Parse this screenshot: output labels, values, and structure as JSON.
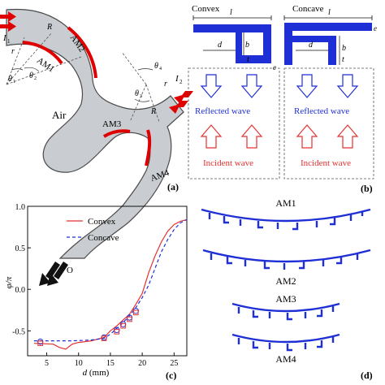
{
  "colors": {
    "waveguide_fill": "#c9ccd0",
    "waveguide_stroke": "#4a4a4a",
    "metasurface": "#e00000",
    "structure": "#1f2fd6",
    "reflected": "#1f2fd6",
    "incident": "#e53030",
    "curve_convex": "#e53030",
    "curve_concave": "#1f2fd6"
  },
  "panel_a": {
    "tag": "(a)",
    "air_label": "Air",
    "am_labels": [
      "AM1",
      "AM2",
      "AM3",
      "AM4"
    ],
    "port_labels": [
      "I",
      "1",
      "I",
      "2",
      "O"
    ],
    "symbols": [
      "r",
      "R",
      "θ",
      "1",
      "θ",
      "2",
      "θ",
      "3",
      "θ",
      "4",
      "r",
      "R"
    ]
  },
  "panel_b": {
    "tag": "(b)",
    "convex_label": "Convex",
    "concave_label": "Concave",
    "dim_labels": [
      "l",
      "l",
      "d",
      "b",
      "t",
      "e",
      "d",
      "b",
      "t",
      "e"
    ],
    "reflected_label": "Reflected wave",
    "incident_label": "Incident wave"
  },
  "panel_c": {
    "tag": "(c)",
    "chart_data": {
      "type": "line",
      "xlabel_var": "d",
      "xlabel_unit": " (mm)",
      "ylabel": "φ/π",
      "xlim": [
        2,
        27
      ],
      "ylim": [
        -0.8,
        1.0
      ],
      "xticks": [
        5,
        10,
        15,
        20,
        25
      ],
      "yticks": [
        -0.5,
        0.0,
        0.5,
        1.0
      ],
      "ytick_labels": [
        "-0.5",
        "0.0",
        "0.5",
        "1.0"
      ],
      "legend_position": "top-center",
      "series": [
        {
          "name": "Convex",
          "style": "solid",
          "x": [
            3,
            6,
            7,
            8,
            9,
            10,
            12,
            14,
            15,
            16,
            17,
            18,
            19,
            20,
            21,
            22,
            23,
            24,
            25,
            26,
            27
          ],
          "y": [
            -0.65,
            -0.66,
            -0.7,
            -0.72,
            -0.66,
            -0.64,
            -0.62,
            -0.58,
            -0.5,
            -0.44,
            -0.37,
            -0.3,
            -0.18,
            -0.05,
            0.2,
            0.4,
            0.57,
            0.7,
            0.78,
            0.82,
            0.84
          ]
        },
        {
          "name": "Concave",
          "style": "dashed",
          "x": [
            3,
            6,
            9,
            12,
            14,
            15,
            16,
            17,
            18,
            19,
            20,
            21,
            22,
            23,
            24,
            25,
            26,
            27
          ],
          "y": [
            -0.62,
            -0.62,
            -0.62,
            -0.61,
            -0.59,
            -0.54,
            -0.47,
            -0.4,
            -0.32,
            -0.22,
            -0.1,
            0.05,
            0.25,
            0.45,
            0.6,
            0.72,
            0.8,
            0.84
          ]
        }
      ],
      "markers_circle": {
        "x": [
          4,
          14,
          16,
          17,
          18,
          19
        ],
        "y": [
          -0.63,
          -0.58,
          -0.49,
          -0.42,
          -0.34,
          -0.26
        ]
      },
      "markers_square": {
        "x": [
          4,
          14,
          16,
          17,
          18,
          19
        ],
        "y": [
          -0.65,
          -0.59,
          -0.51,
          -0.44,
          -0.36,
          -0.28
        ]
      }
    }
  },
  "panel_d": {
    "tag": "(d)",
    "labels": [
      "AM1",
      "AM2",
      "AM3",
      "AM4"
    ]
  }
}
